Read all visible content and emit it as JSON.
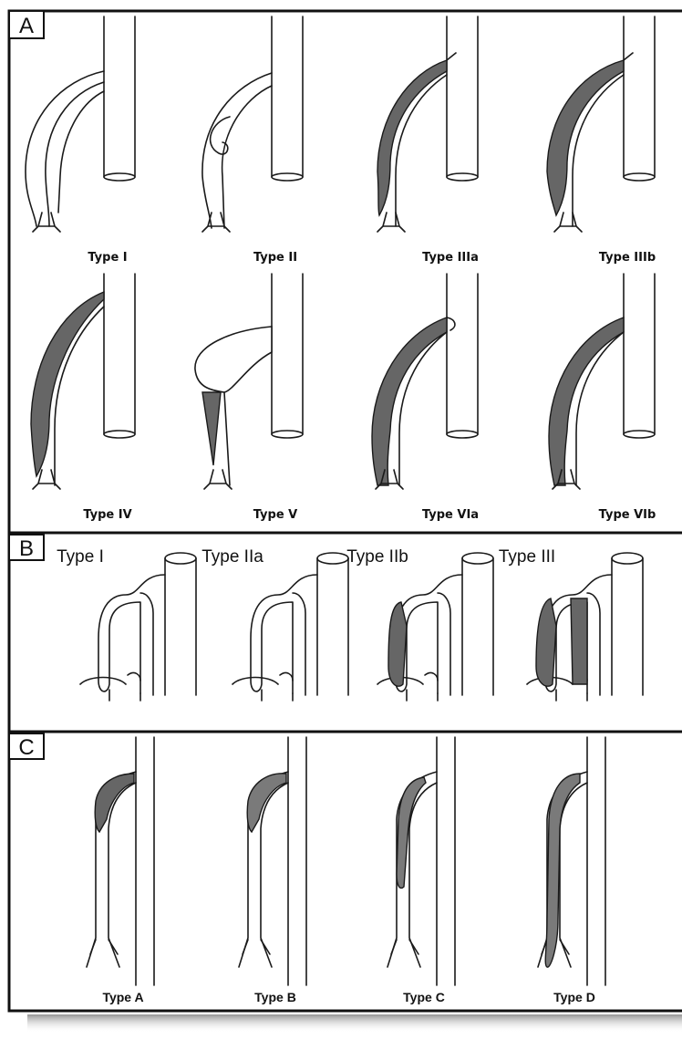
{
  "panels": [
    {
      "letter": "A",
      "items": [
        {
          "label": "Type I",
          "variant": "I"
        },
        {
          "label": "Type II",
          "variant": "II"
        },
        {
          "label": "Type IIIa",
          "variant": "IIIa"
        },
        {
          "label": "Type IIIb",
          "variant": "IIIb"
        },
        {
          "label": "Type IV",
          "variant": "IV"
        },
        {
          "label": "Type V",
          "variant": "V"
        },
        {
          "label": "Type VIa",
          "variant": "VIa"
        },
        {
          "label": "Type VIb",
          "variant": "VIb"
        }
      ]
    },
    {
      "letter": "B",
      "items": [
        {
          "label": "Type I",
          "variant": "I"
        },
        {
          "label": "Type IIa",
          "variant": "IIa"
        },
        {
          "label": "Type IIb",
          "variant": "IIb"
        },
        {
          "label": "Type III",
          "variant": "III"
        }
      ]
    },
    {
      "letter": "C",
      "items": [
        {
          "label": "Type A",
          "variant": "A"
        },
        {
          "label": "Type B",
          "variant": "B"
        },
        {
          "label": "Type C",
          "variant": "C"
        },
        {
          "label": "Type D",
          "variant": "D"
        }
      ]
    }
  ],
  "colors": {
    "frame": "#111111",
    "line": "#1a1a1a",
    "sac_dark": "#666666",
    "sac_medium": "#7a7a7a",
    "background": "#ffffff"
  }
}
